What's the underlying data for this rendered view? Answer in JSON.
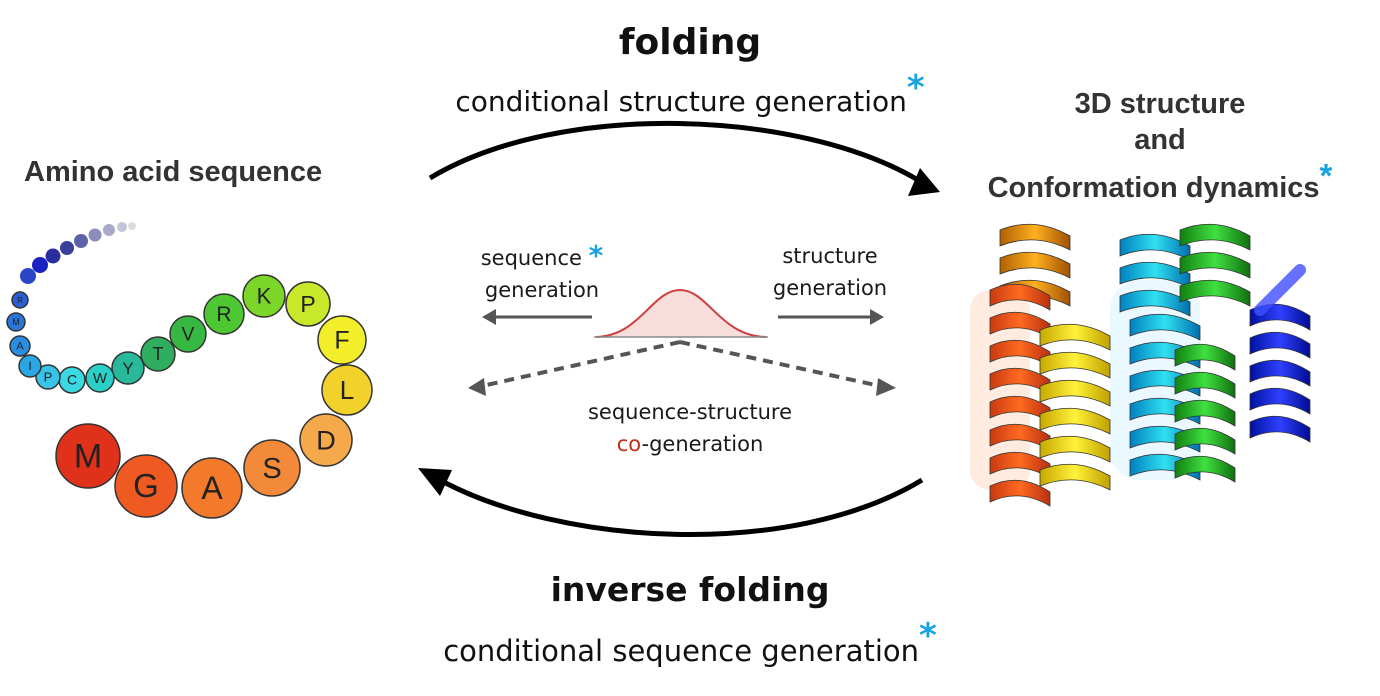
{
  "top": {
    "title": "folding",
    "subtitle": "conditional structure generation",
    "star": "*"
  },
  "bottom": {
    "title": "inverse folding",
    "subtitle": "conditional sequence generation",
    "star": "*"
  },
  "left": {
    "label": "Amino acid sequence",
    "residues": [
      {
        "letter": "M",
        "color": "#e0321a"
      },
      {
        "letter": "G",
        "color": "#ee5a22"
      },
      {
        "letter": "A",
        "color": "#f27a2a"
      },
      {
        "letter": "S",
        "color": "#f28a3a"
      },
      {
        "letter": "D",
        "color": "#f5a94a"
      },
      {
        "letter": "L",
        "color": "#f2d22a"
      },
      {
        "letter": "F",
        "color": "#f2ee2a"
      },
      {
        "letter": "P",
        "color": "#c8e82a"
      },
      {
        "letter": "K",
        "color": "#7cd62a"
      },
      {
        "letter": "R",
        "color": "#4ec832"
      },
      {
        "letter": "V",
        "color": "#36b842"
      },
      {
        "letter": "T",
        "color": "#2eae5e"
      },
      {
        "letter": "Y",
        "color": "#28b89a"
      },
      {
        "letter": "W",
        "color": "#2ad0c8"
      },
      {
        "letter": "C",
        "color": "#3ad8e0"
      },
      {
        "letter": "P",
        "color": "#38c4e8"
      },
      {
        "letter": "I",
        "color": "#2aa6e2"
      },
      {
        "letter": "A",
        "color": "#2a8ee0"
      },
      {
        "letter": "M",
        "color": "#2a76d8"
      },
      {
        "letter": "R",
        "color": "#2a60d0"
      }
    ]
  },
  "right": {
    "line1": "3D structure",
    "line2": "and",
    "line3": "Conformation dynamics",
    "star": "*"
  },
  "center": {
    "seq_gen_line1": "sequence",
    "seq_gen_line2": "generation",
    "seq_star": "*",
    "struct_gen_line1": "structure",
    "struct_gen_line2": "generation",
    "cogen_line1": "sequence-structure",
    "cogen_prefix": "co",
    "cogen_suffix": "-generation"
  },
  "colors": {
    "star": "#1aa3e0",
    "co_highlight": "#c0301a",
    "arrow_main": "#000000",
    "arrow_side": "#555555",
    "distribution": "#d04040"
  }
}
